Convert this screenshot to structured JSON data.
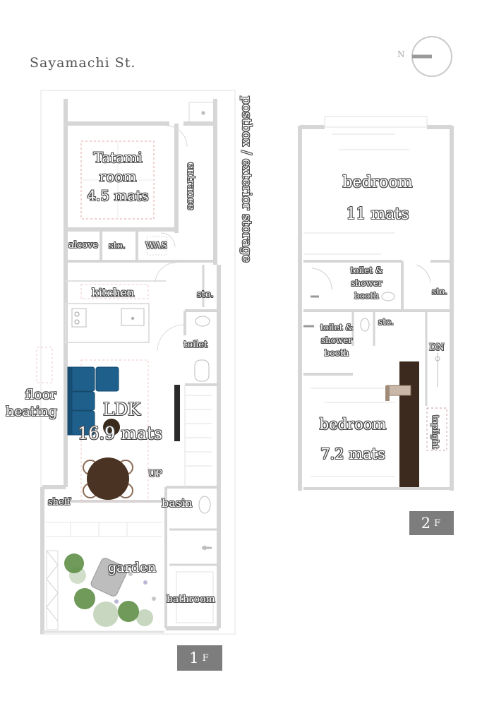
{
  "street": "Sayamachi St.",
  "compass": {
    "label": "N"
  },
  "floor1": {
    "tag_num": "1",
    "tag_suffix": "F",
    "side_label": "postbox / exterior storage",
    "floor_heating_line1": "floor",
    "floor_heating_line2": "heating",
    "tatami": {
      "line1": "Tatami",
      "line2": "room",
      "line3": "4.5 mats"
    },
    "entrance": "entrance",
    "alcove": "alcove",
    "storage_1": "sto.",
    "was": "WAS",
    "kitchen": "kitchen",
    "storage_2": "sto.",
    "toilet": "toilet",
    "ldk": {
      "line1": "LDK",
      "line2": "16.9 mats"
    },
    "up": "UP",
    "shelf": "shelf",
    "basin": "basin",
    "garden": "garden",
    "bathroom": "bathroom"
  },
  "floor2": {
    "tag_num": "2",
    "tag_suffix": "F",
    "bedroom_a": {
      "line1": "bedroom",
      "line2": "11 mats"
    },
    "toilet_shower_a": [
      "toilet &",
      "shower",
      "booth"
    ],
    "storage_a": "sto.",
    "toilet_shower_b": [
      "toilet &",
      "shower",
      "booth"
    ],
    "storage_b": "sto.",
    "dn": "DN",
    "bedroom_b": {
      "line1": "bedroom",
      "line2": "7.2 mats"
    },
    "toplight": "toplight"
  },
  "colors": {
    "wall": "#d6d6d6",
    "sofa": "#1e5f8c",
    "table": "#4a3322",
    "stair_dark": "#3b2a1d",
    "garden_green": "#6a9a52",
    "tag_bg": "#7d7d7d"
  }
}
